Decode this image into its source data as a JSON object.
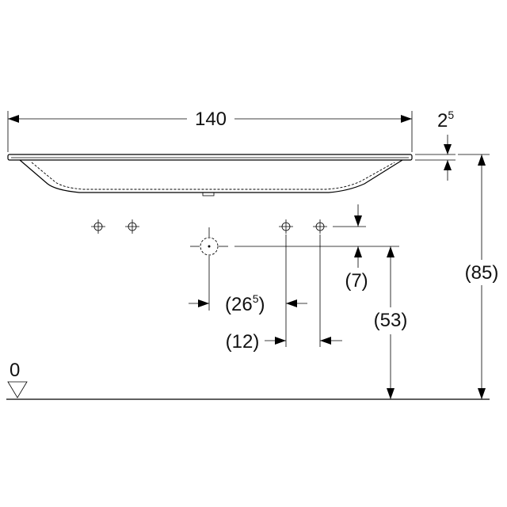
{
  "dimensions": {
    "width": "140",
    "thickness_main": "2",
    "thickness_sup": "5",
    "total_height": "(85)",
    "drain_height": "(53)",
    "drain_offset": "(7)",
    "waste_spacing_prefix": "(26",
    "waste_spacing_sup": "5",
    "waste_spacing_suffix": ")",
    "tap_spacing": "(12)",
    "floor_level": "0"
  }
}
